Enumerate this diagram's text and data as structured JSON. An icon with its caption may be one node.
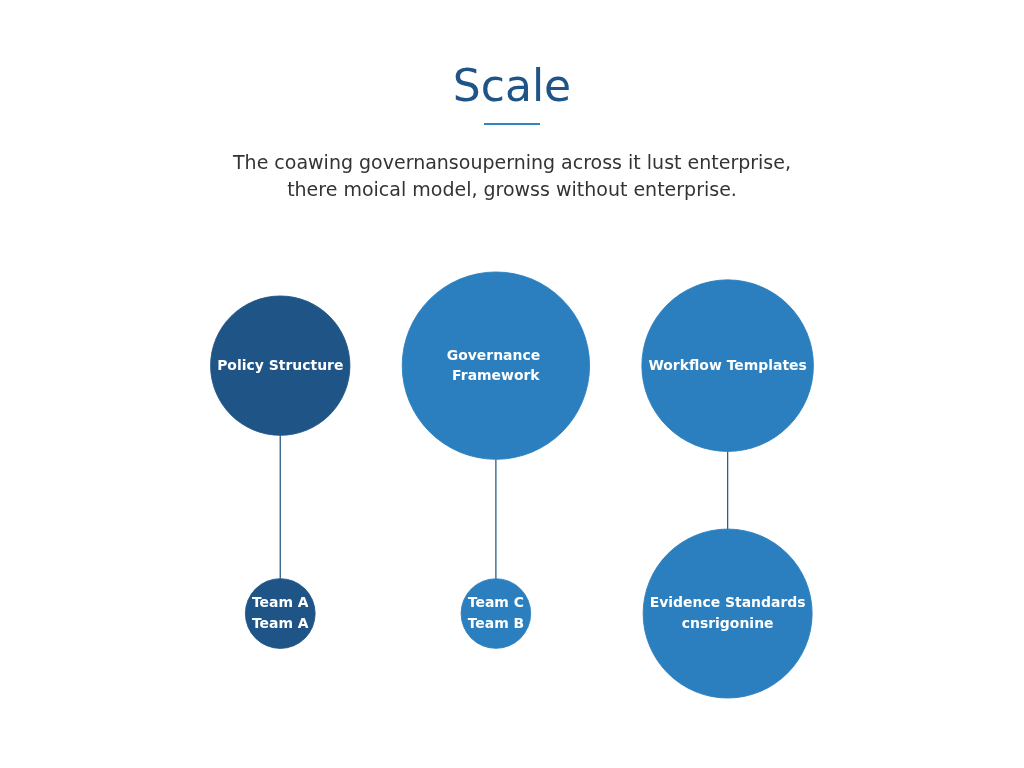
{
  "diagram": {
    "title": "Scale",
    "nodes": [
      {
        "text": [
          "Policy Structure"
        ]
      },
      {
        "text": [
          "Governance Framework"
        ]
      },
      {
        "text": [
          "Workflow Templates"
        ]
      },
      {
        "text": [
          "Team A",
          "Team A"
        ]
      },
      {
        "text": [
          "Team C",
          "Team B"
        ]
      },
      {
        "text": [
          "Evidence Standards",
          "cnsrigonine"
        ]
      }
    ],
    "edges": [
      {
        "from": 0,
        "to": 3,
        "arrow": "none"
      },
      {
        "from": 1,
        "to": 4,
        "arrow": "none"
      },
      {
        "from": 2,
        "to": 5,
        "arrow": "none"
      }
    ],
    "labels": [
      "The coawing governansouperning across it lust enterprise, there moical model, growss without enterprise."
    ]
  }
}
